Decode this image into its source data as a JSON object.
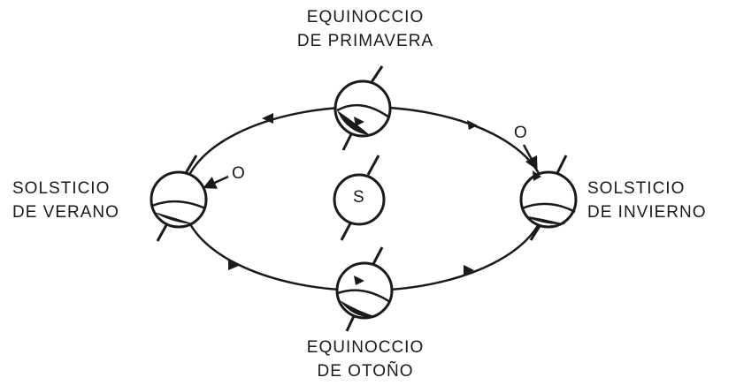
{
  "labels": {
    "spring_line1": "EQUINOCCIO",
    "spring_line2": "DE PRIMAVERA",
    "autumn_line1": "EQUINOCCIO",
    "autumn_line2": "DE OTOÑO",
    "summer_line1": "SOLSTICIO",
    "summer_line2": "DE VERANO",
    "winter_line1": "SOLSTICIO",
    "winter_line2": "DE INVIERNO",
    "sun": "S",
    "observer_left": "O",
    "observer_right": "O"
  },
  "colors": {
    "ink": "#1a1a1a",
    "background": "#ffffff"
  }
}
